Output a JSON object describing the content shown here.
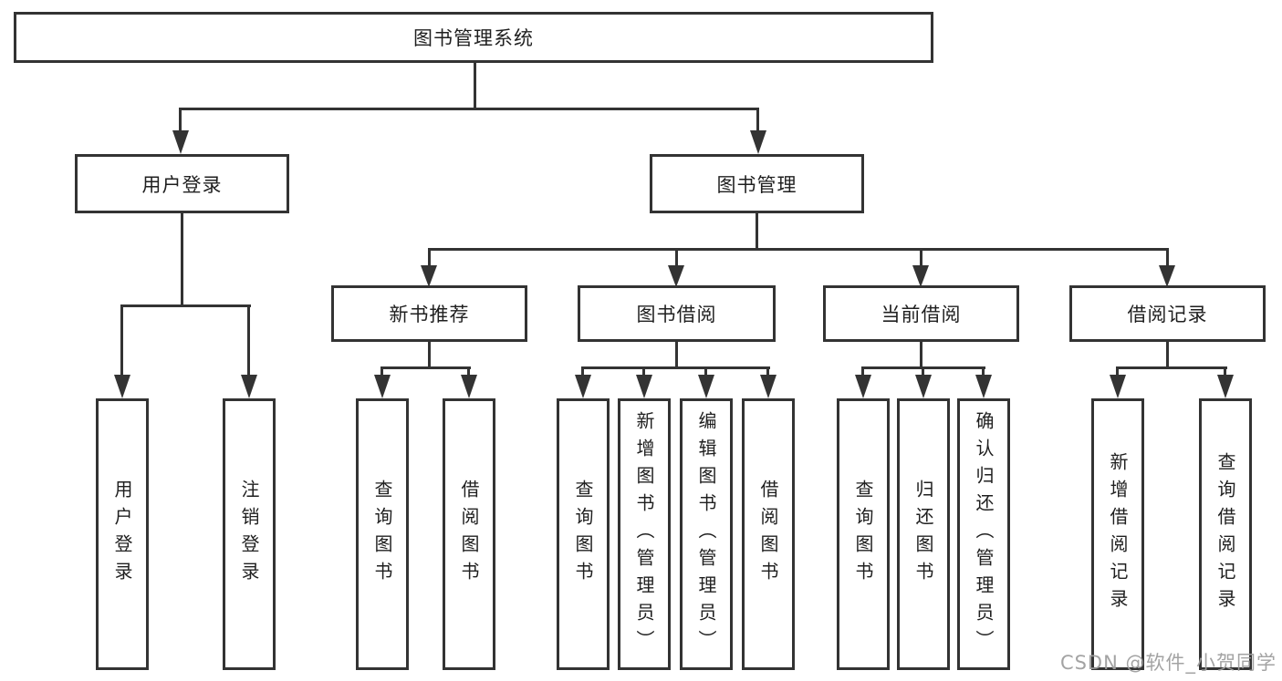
{
  "diagram_type": "feature-tree",
  "nodes": {
    "root": "图书管理系统",
    "user_login": "用户登录",
    "book_management": "图书管理",
    "new_book_recommend": "新书推荐",
    "book_borrowing": "图书借阅",
    "current_borrowing": "当前借阅",
    "borrowing_records": "借阅记录",
    "leaf_user_login": "用户登录",
    "leaf_logout": "注销登录",
    "leaf_nb_query_books": "查询图书",
    "leaf_nb_borrow_books": "借阅图书",
    "leaf_bb_query_books": "查询图书",
    "leaf_bb_add_books_admin": "新增图书（管理员）",
    "leaf_bb_edit_books_admin": "编辑图书（管理员）",
    "leaf_bb_borrow_books": "借阅图书",
    "leaf_cb_query_books": "查询图书",
    "leaf_cb_return_books": "归还图书",
    "leaf_cb_confirm_return_admin": "确认归还（管理员）",
    "leaf_br_add_record": "新增借阅记录",
    "leaf_br_query_record": "查询借阅记录"
  },
  "hierarchy": {
    "图书管理系统": {
      "用户登录": [
        "用户登录",
        "注销登录"
      ],
      "图书管理": {
        "新书推荐": [
          "查询图书",
          "借阅图书"
        ],
        "图书借阅": [
          "查询图书",
          "新增图书（管理员）",
          "编辑图书（管理员）",
          "借阅图书"
        ],
        "当前借阅": [
          "查询图书",
          "归还图书",
          "确认归还（管理员）"
        ],
        "借阅记录": [
          "新增借阅记录",
          "查询借阅记录"
        ]
      }
    }
  },
  "watermark": "CSDN @软件_小贺同学",
  "colors": {
    "line": "#333333",
    "text": "#1f1f1f",
    "background": "#ffffff",
    "watermark": "#9e9e9e"
  }
}
